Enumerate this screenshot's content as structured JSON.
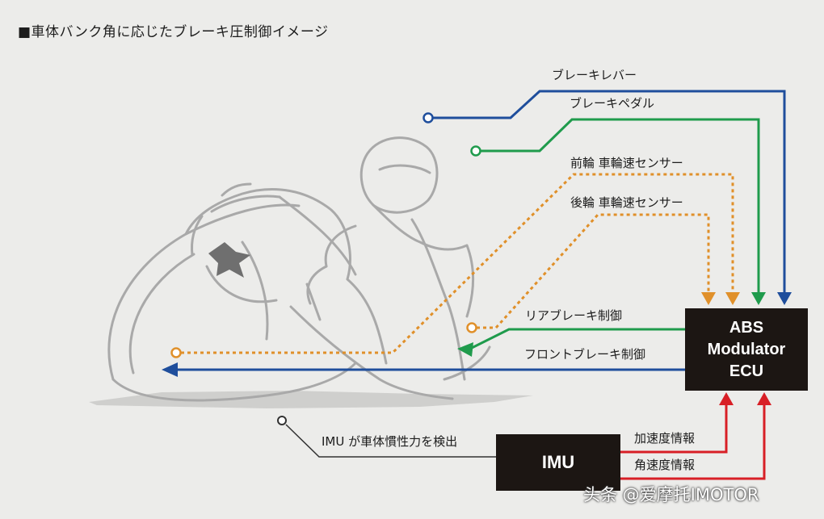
{
  "title": "■車体バンク角に応じたブレーキ圧制御イメージ",
  "labels": {
    "brake_lever": "ブレーキレバー",
    "brake_pedal": "ブレーキペダル",
    "front_wheel_sensor": "前輪 車輪速センサー",
    "rear_wheel_sensor": "後輪 車輪速センサー",
    "rear_brake_control": "リアブレーキ制御",
    "front_brake_control": "フロントブレーキ制御",
    "imu_detect": "IMU が車体慣性力を検出",
    "acceleration_info": "加速度情報",
    "angular_velocity_info": "角速度情報"
  },
  "ecu": {
    "line1": "ABS",
    "line2": "Modulator",
    "line3": "ECU"
  },
  "imu": {
    "label": "IMU"
  },
  "watermark": "头条 @爱摩托IMOTOR",
  "colors": {
    "background": "#ececea",
    "lever_line": "#1f4e9c",
    "pedal_line": "#1f9b4c",
    "sensor_line": "#e0902a",
    "imu_line": "#d81f26",
    "box": "#1c1613"
  }
}
